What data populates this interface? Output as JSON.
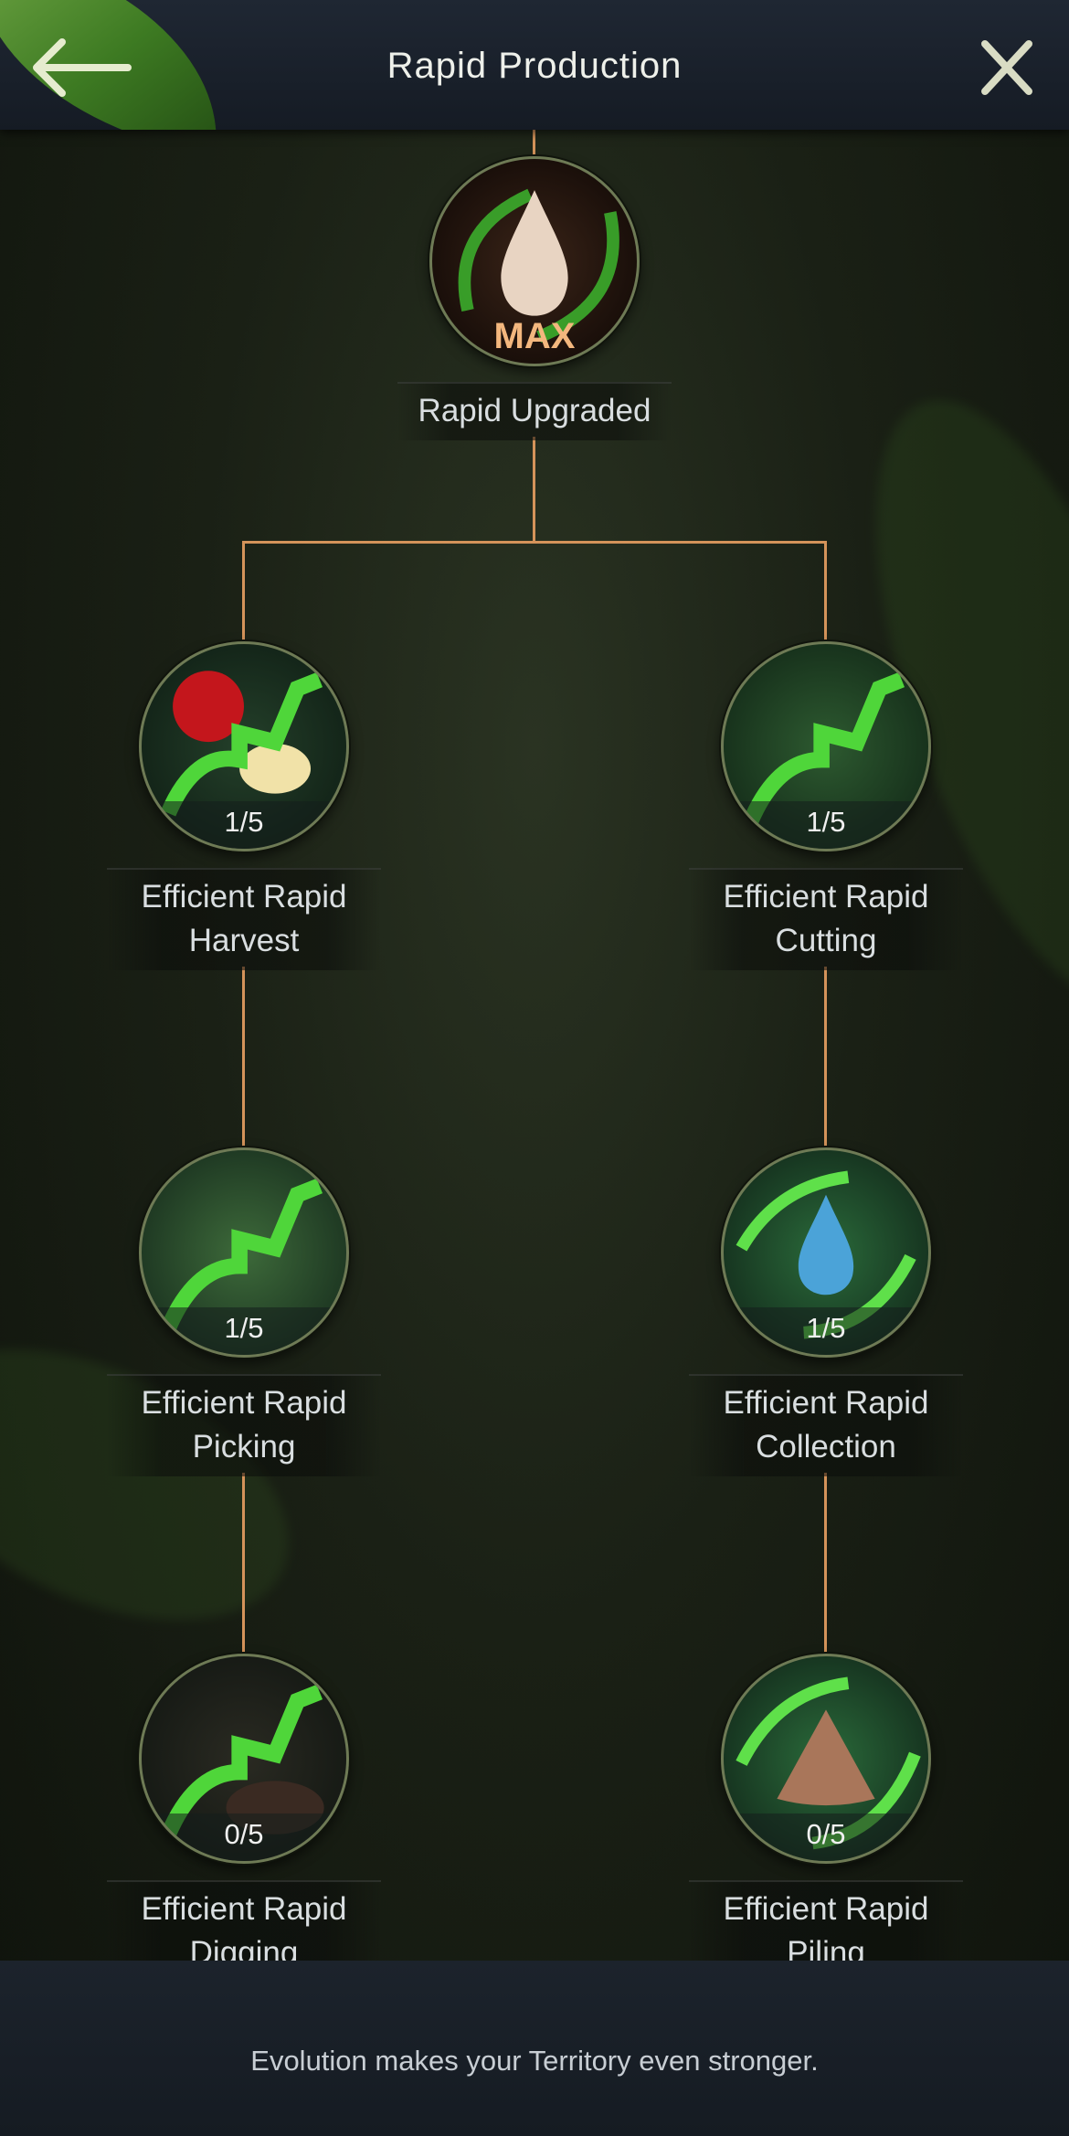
{
  "header": {
    "title": "Rapid Production"
  },
  "root": {
    "name": "Rapid Upgraded",
    "level": "MAX"
  },
  "nodes": [
    {
      "name": "Efficient Rapid Harvest",
      "line1": "Efficient Rapid",
      "line2": "Harvest",
      "level": "1/5",
      "icon": "apple-banana-arrow-icon"
    },
    {
      "name": "Efficient Rapid Cutting",
      "line1": "Efficient Rapid",
      "line2": "Cutting",
      "level": "1/5",
      "icon": "grass-arrow-icon"
    },
    {
      "name": "Efficient Rapid Picking",
      "line1": "Efficient Rapid",
      "line2": "Picking",
      "level": "1/5",
      "icon": "leaf-arrow-icon"
    },
    {
      "name": "Efficient Rapid Collection",
      "line1": "Efficient Rapid",
      "line2": "Collection",
      "level": "1/5",
      "icon": "water-drop-icon"
    },
    {
      "name": "Efficient Rapid Digging",
      "line1": "Efficient Rapid",
      "line2": "Digging",
      "level": "0/5",
      "icon": "soil-arrow-icon"
    },
    {
      "name": "Efficient Rapid Piling",
      "line1": "Efficient Rapid",
      "line2": "Piling",
      "level": "0/5",
      "icon": "dirt-pile-icon"
    }
  ],
  "footer": {
    "text": "Evolution makes your Territory even stronger."
  },
  "colors": {
    "connector": "#d4935a",
    "max": "#f3b77e",
    "arrow": "#4fd63a"
  }
}
